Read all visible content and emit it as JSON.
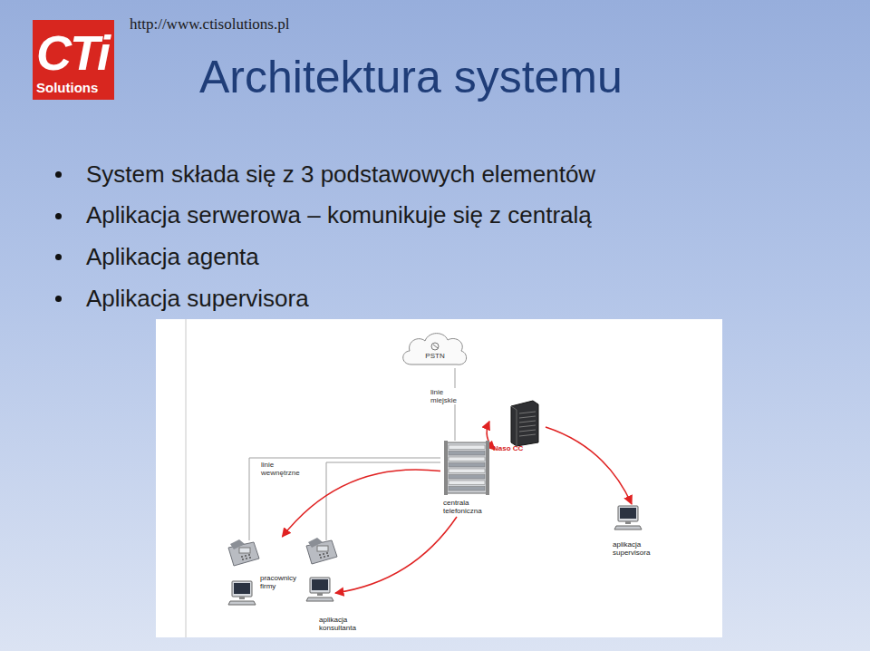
{
  "diagram": {
    "title": "Architektura systemu",
    "nodes": [
      {
        "text": [
          "PSTN"
        ]
      },
      {
        "text": [
          "Naso CC"
        ]
      },
      {
        "text": [
          "centrala telefoniczna"
        ]
      },
      {
        "text": [
          "aplikacja supervisora"
        ]
      },
      {
        "text": [
          "pracownicy firmy"
        ]
      },
      {
        "text": [
          "aplikacja konsultanta"
        ]
      }
    ],
    "edges": [
      {
        "from": 0,
        "to": 2,
        "arrow": "none",
        "label": "linie miejskie"
      },
      {
        "from": 2,
        "to": 4,
        "arrow": "none",
        "label": "linie wewnętrzne"
      },
      {
        "from": 2,
        "to": 1,
        "arrow": "both"
      },
      {
        "from": 2,
        "to": 4,
        "arrow": "to"
      },
      {
        "from": 1,
        "to": 3,
        "arrow": "to"
      },
      {
        "from": 2,
        "to": 5,
        "arrow": "to"
      }
    ],
    "labels": [
      "http://www.ctisolutions.pl",
      "CTi",
      "Solutions",
      "System składa się z 3 podstawowych elementów",
      "Aplikacja serwerowa – komunikuje się z centralą",
      "Aplikacja agenta",
      "Aplikacja supervisora"
    ]
  }
}
